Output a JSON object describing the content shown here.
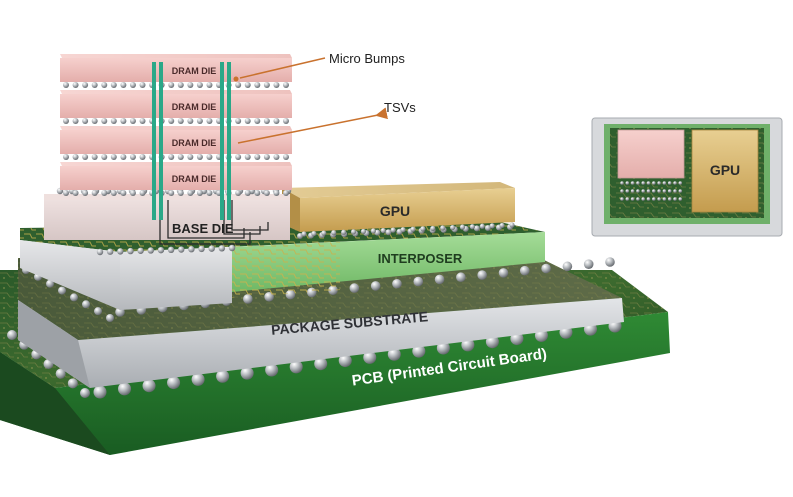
{
  "labels": {
    "dram_die": "DRAM DIE",
    "base_die": "BASE DIE",
    "gpu": "GPU",
    "interposer": "INTERPOSER",
    "package_substrate": "PACKAGE SUBSTRATE",
    "pcb": "PCB (Printed Circuit Board)",
    "inset_gpu": "GPU"
  },
  "annotations": {
    "micro_bumps": "Micro Bumps",
    "tsvs": "TSVs"
  },
  "colors": {
    "dram": "#f2c3c0",
    "gpu_gold": "#d9bd7c",
    "interposer_green": "#8fcf85",
    "substrate_gray": "#c9ccd0",
    "pcb_green": "#1f6a2a",
    "tsv_teal": "#2aa888",
    "arrow_orange": "#c9722e"
  }
}
